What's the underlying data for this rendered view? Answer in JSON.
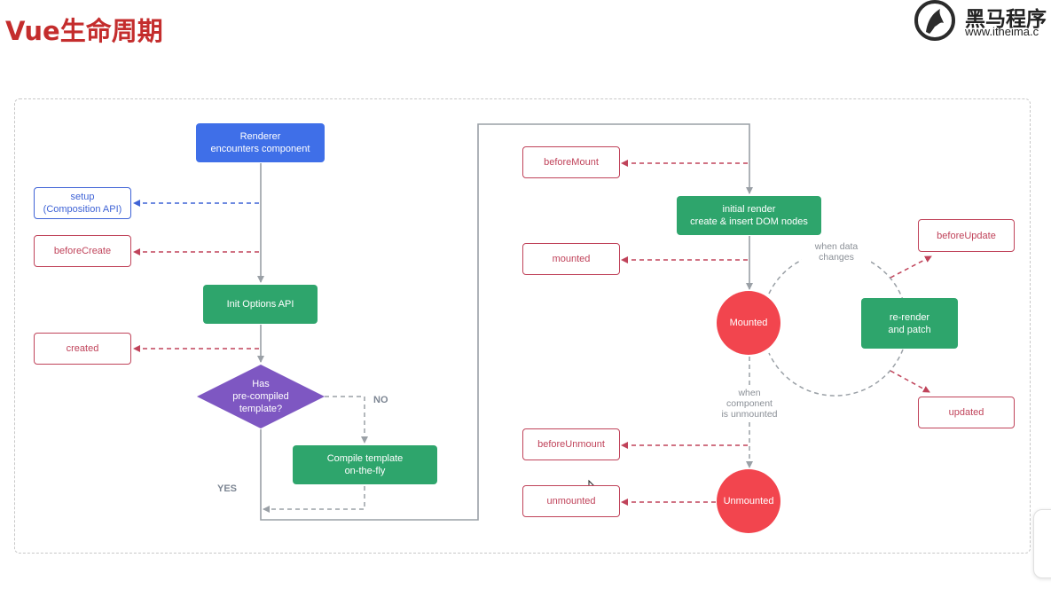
{
  "page": {
    "title": "Vue生命周期"
  },
  "logo": {
    "name_cn": "黑马程序",
    "url": "www.itheima.c"
  },
  "diagram": {
    "nodes": {
      "renderer": "Renderer\nencounters component",
      "setup": "setup\n(Composition API)",
      "before_create": "beforeCreate",
      "init_options": "Init Options API",
      "created": "created",
      "has_template": "Has\npre-compiled\ntemplate?",
      "compile_template": "Compile template\non-the-fly",
      "before_mount": "beforeMount",
      "initial_render": "initial render\ncreate & insert DOM nodes",
      "mounted_hook": "mounted",
      "mounted_state": "Mounted",
      "re_render": "re-render\nand patch",
      "before_update": "beforeUpdate",
      "updated": "updated",
      "before_unmount": "beforeUnmount",
      "unmounted_hook": "unmounted",
      "unmounted_state": "Unmounted"
    },
    "labels": {
      "no": "NO",
      "yes": "YES",
      "when_data_changes": "when data\nchanges",
      "when_unmounted": "when\ncomponent\nis unmounted"
    },
    "colors": {
      "hook_red": "#c0435a",
      "hook_blue": "#3f63d6",
      "process_blue": "#3f6fe8",
      "process_green": "#2ea56c",
      "state_red": "#f2454e",
      "diamond_purple": "#7e57c2",
      "connector_gray": "#9aa0a6"
    }
  }
}
